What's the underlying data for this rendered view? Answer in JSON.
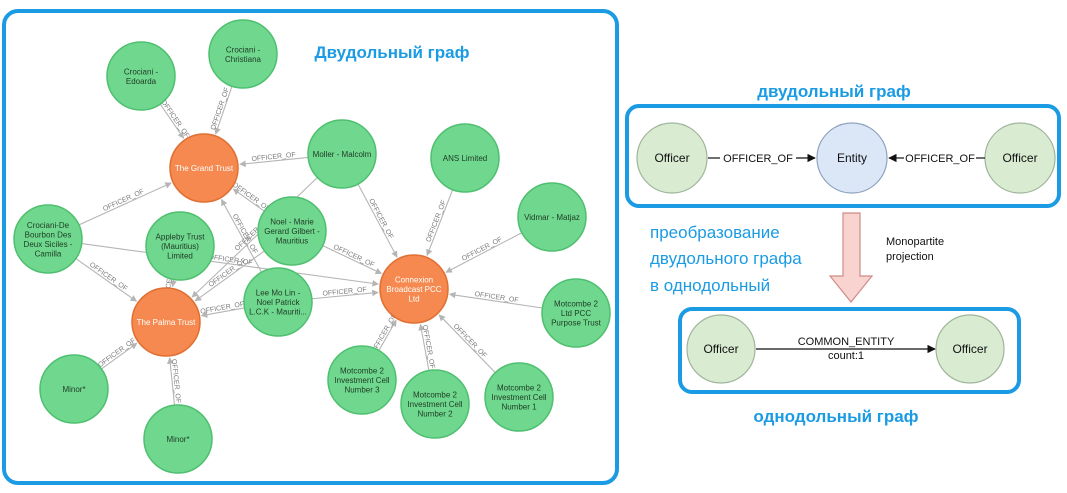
{
  "left_title": "Двудольный граф",
  "edge_label": "OFFICER_OF",
  "nodes": {
    "crociani_edoarda": [
      "Crociani -",
      "Edoarda"
    ],
    "crociani_christiana": [
      "Crociani -",
      "Christiana"
    ],
    "grand_trust": [
      "The Grand Trust"
    ],
    "moller": [
      "Moller - Malcolm"
    ],
    "ans_limited": [
      "ANS Limited"
    ],
    "crociani_camilla": [
      "Crociani-De",
      "Bourbon Des",
      "Deux Siciles -",
      "Camilla"
    ],
    "appleby": [
      "Appleby Trust",
      "(Mauritius)",
      "Limited"
    ],
    "noel_marie": [
      "Noel - Marie",
      "Gerard Gilbert -",
      "Mauritius"
    ],
    "vidmar": [
      "Vidmar - Matjaz"
    ],
    "connexion": [
      "Connexion",
      "Broadcast PCC",
      "Ltd"
    ],
    "palma_trust": [
      "The Palma Trust"
    ],
    "lee_mo_lin": [
      "Lee Mo Lin -",
      "Noel Patrick",
      "L.C.K - Mauriti..."
    ],
    "motcombe_purpose": [
      "Motcombe 2",
      "Ltd PCC",
      "Purpose Trust"
    ],
    "minor1": [
      "Minor*"
    ],
    "minor2": [
      "Minor*"
    ],
    "motcombe3": [
      "Motcombe 2",
      "Investment Cell",
      "Number 3"
    ],
    "motcombe2": [
      "Motcombe 2",
      "Investment Cell",
      "Number 2"
    ],
    "motcombe1": [
      "Motcombe 2",
      "Investment Cell",
      "Number 1"
    ]
  },
  "right": {
    "bipartite_title": "двудольный граф",
    "monopartite_title": "однодольный граф",
    "officer_label": "Officer",
    "entity_label": "Entity",
    "rel_officer_of": "OFFICER_OF",
    "rel_common_entity": "COMMON_ENTITY",
    "rel_count": "count:1",
    "transform_lines": [
      "преобразование",
      "двудольного графа",
      "в однодольный"
    ],
    "projection_lines": [
      "Monopartite",
      "projection"
    ]
  },
  "colors": {
    "frame": "#1a9be3",
    "entity_node": "#6fd88e",
    "trust_node": "#f5894f",
    "arrow_fill": "#f8d3d0"
  }
}
